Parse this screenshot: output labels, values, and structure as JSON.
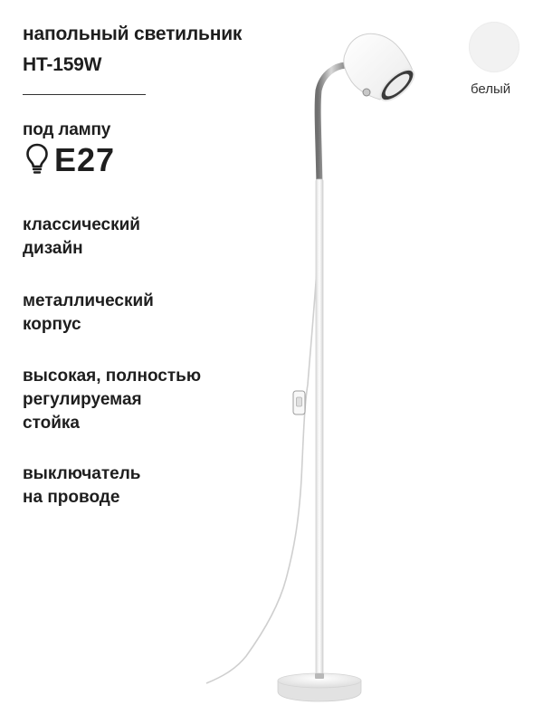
{
  "product": {
    "title_line1": "напольный светильник",
    "title_line2": "HT-159W"
  },
  "socket": {
    "label": "под лампу",
    "value": "E27",
    "icon": "lightbulb-icon"
  },
  "features": [
    {
      "line1": "классический",
      "line2": "дизайн"
    },
    {
      "line1": "металлический",
      "line2": "корпус"
    },
    {
      "line1": "высокая, полностью",
      "line2": "регулируемая",
      "line3": "стойка"
    },
    {
      "line1": "выключатель",
      "line2": "на проводе"
    }
  ],
  "color_option": {
    "label": "белый",
    "swatch_color": "#f2f2f2"
  },
  "colors": {
    "text": "#1e1e1e",
    "lamp_body": "#ffffff",
    "lamp_metal": "#9a9a9a"
  }
}
